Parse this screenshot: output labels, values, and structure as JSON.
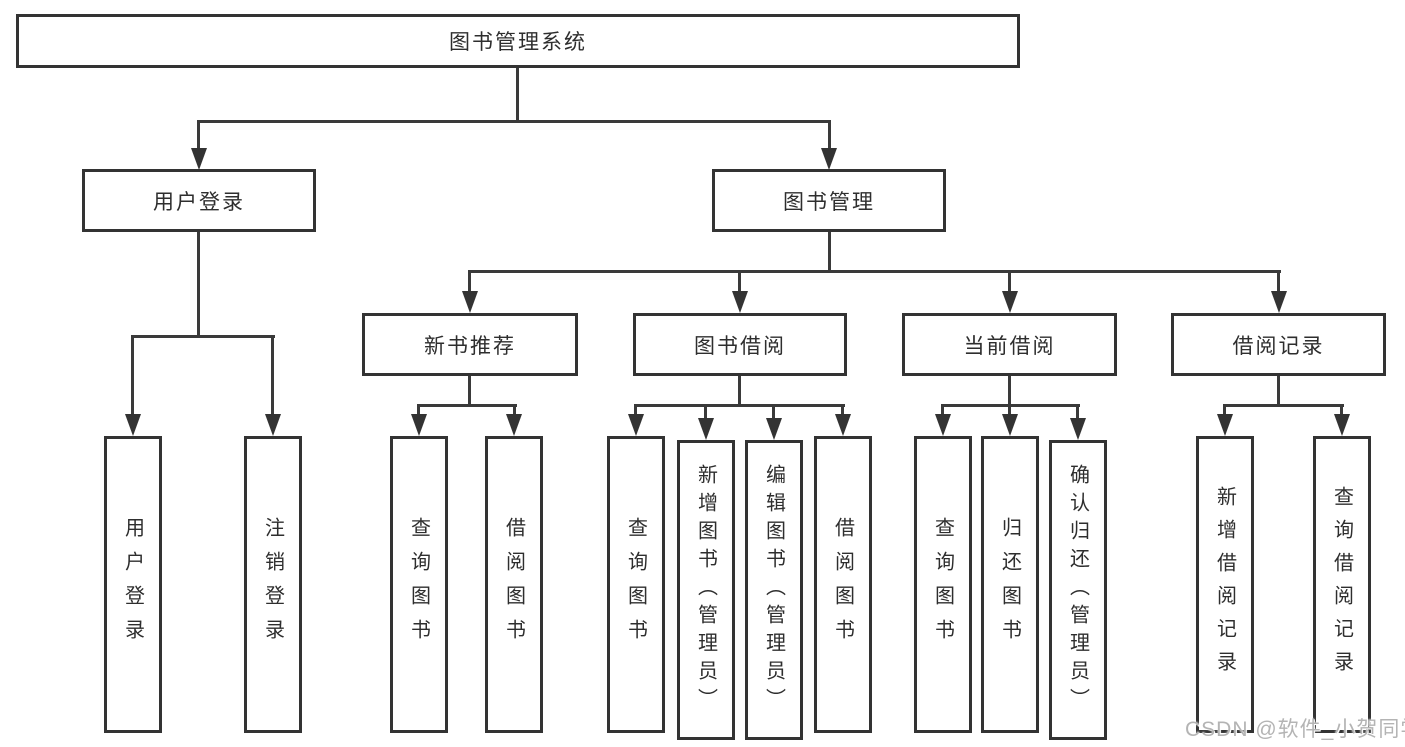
{
  "tree": {
    "root": {
      "label": "图书管理系统"
    },
    "user_login": {
      "label": "用户登录",
      "children": [
        {
          "label": "用户登录"
        },
        {
          "label": "注销登录"
        }
      ]
    },
    "book_mgmt": {
      "label": "图书管理",
      "sections": [
        {
          "label": "新书推荐",
          "children": [
            {
              "label": "查询图书"
            },
            {
              "label": "借阅图书"
            }
          ]
        },
        {
          "label": "图书借阅",
          "children": [
            {
              "label": "查询图书"
            },
            {
              "label": "新增图书（管理员）"
            },
            {
              "label": "编辑图书（管理员）"
            },
            {
              "label": "借阅图书"
            }
          ]
        },
        {
          "label": "当前借阅",
          "children": [
            {
              "label": "查询图书"
            },
            {
              "label": "归还图书"
            },
            {
              "label": "确认归还（管理员）"
            }
          ]
        },
        {
          "label": "借阅记录",
          "children": [
            {
              "label": "新增借阅记录"
            },
            {
              "label": "查询借阅记录"
            }
          ]
        }
      ]
    }
  },
  "watermark": "CSDN @软件_小贺同学",
  "colors": {
    "box_border": "#333333",
    "connector": "#3a3a3a",
    "text": "#2e2e2e",
    "watermark": "#b4b4b4",
    "background": "#ffffff"
  }
}
